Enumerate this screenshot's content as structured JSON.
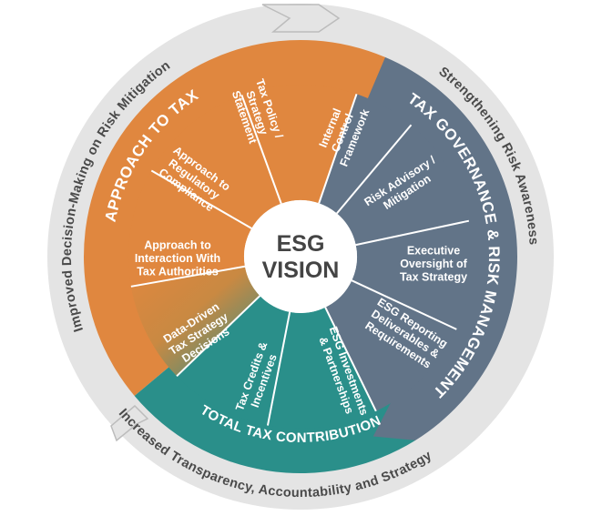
{
  "center": {
    "line1": "ESG",
    "line2": "VISION"
  },
  "pillars": {
    "approach": "APPROACH TO TAX",
    "governance": "TAX GOVERNANCE & RISK MANAGEMENT",
    "ttc": "TOTAL TAX CONTRIBUTION"
  },
  "outer_ring": {
    "left": "Improved Decision-Making on Risk Mitigation",
    "right": "Strengthening Risk Awareness",
    "bottom": "Increased Transparency, Accountability and Strategy"
  },
  "segments": {
    "tax_policy": [
      "Tax Policy /",
      "Strategy",
      "Statement"
    ],
    "regulatory": [
      "Approach to",
      "Regulatory",
      "Compliance"
    ],
    "interaction": [
      "Approach to",
      "Interaction With",
      "Tax Authorities"
    ],
    "data_driven": [
      "Data-Driven",
      "Tax Strategy",
      "Decisions"
    ],
    "credits": [
      "Tax Credits &",
      "Incentives"
    ],
    "investments": [
      "ESG Investments",
      "& Partnerships"
    ],
    "reporting": [
      "ESG Reporting",
      "Deliverables &",
      "Requirements"
    ],
    "oversight": [
      "Executive",
      "Oversight of",
      "Tax Strategy"
    ],
    "risk_advisory": [
      "Risk Advisory /",
      "Mitigation"
    ],
    "internal_control": [
      "Internal",
      "Control",
      "Framework"
    ]
  },
  "colors": {
    "orange": "#e0873f",
    "slate": "#627488",
    "teal": "#2a8f8a",
    "outer_ring": "#e4e4e4",
    "arrow_border": "#bcbcbc",
    "center": "#ffffff"
  }
}
